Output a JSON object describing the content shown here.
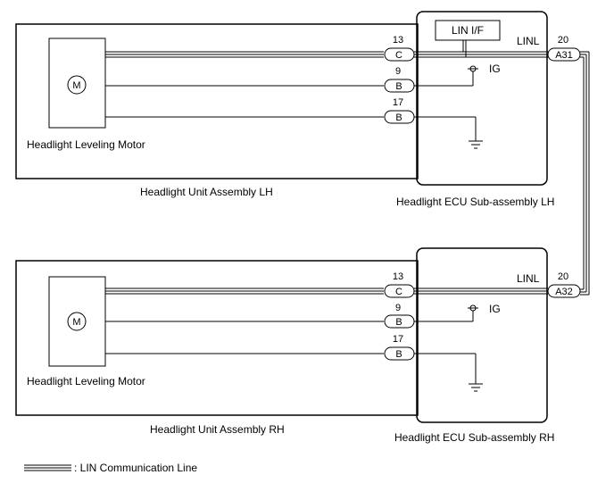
{
  "lh": {
    "motor_symbol": "M",
    "motor_label": "Headlight Leveling Motor",
    "unit_label": "Headlight Unit Assembly LH",
    "ecu_label": "Headlight ECU Sub-assembly LH",
    "lin_if": "LIN I/F",
    "linl": "LINL",
    "ig": "IG",
    "pins": [
      {
        "num": "13",
        "conn": "C"
      },
      {
        "num": "9",
        "conn": "B"
      },
      {
        "num": "17",
        "conn": "B"
      }
    ],
    "ext_pin": {
      "num": "20",
      "conn": "A31"
    }
  },
  "rh": {
    "motor_symbol": "M",
    "motor_label": "Headlight Leveling Motor",
    "unit_label": "Headlight Unit Assembly RH",
    "ecu_label": "Headlight ECU Sub-assembly RH",
    "linl": "LINL",
    "ig": "IG",
    "pins": [
      {
        "num": "13",
        "conn": "C"
      },
      {
        "num": "9",
        "conn": "B"
      },
      {
        "num": "17",
        "conn": "B"
      }
    ],
    "ext_pin": {
      "num": "20",
      "conn": "A32"
    }
  },
  "legend": {
    "label": ": LIN Communication Line"
  }
}
